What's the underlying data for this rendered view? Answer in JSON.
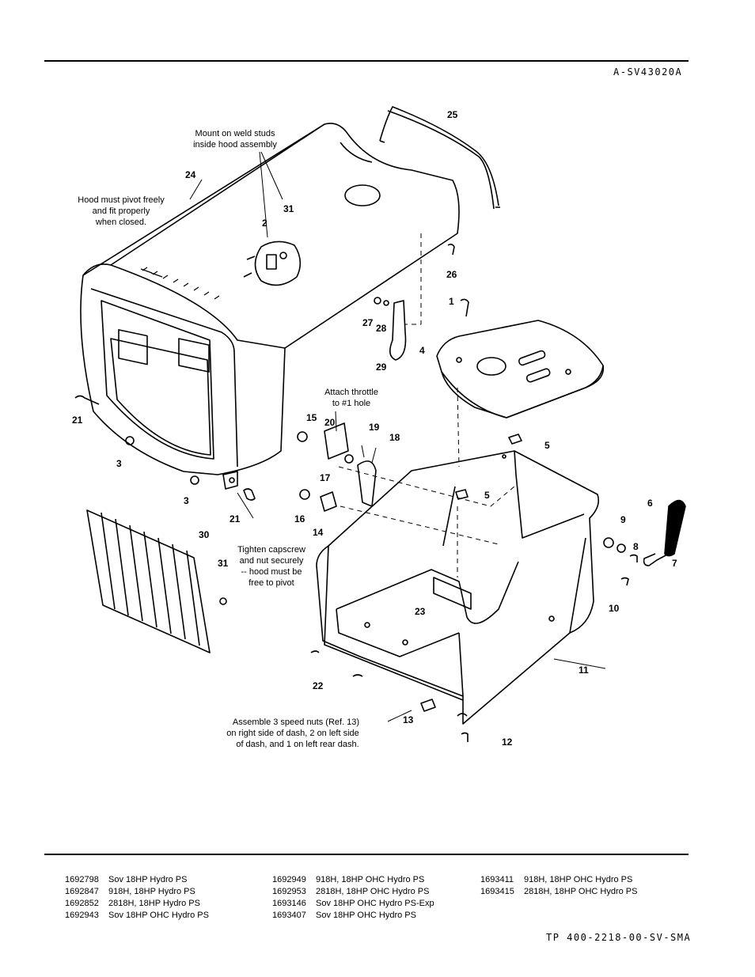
{
  "header": {
    "diagram_code": "A-SV43020A"
  },
  "footer": {
    "doc_code": "TP 400-2218-00-SV-SMA"
  },
  "callouts": [
    "1",
    "2",
    "3",
    "3",
    "4",
    "5",
    "5",
    "6",
    "7",
    "8",
    "9",
    "10",
    "11",
    "12",
    "13",
    "14",
    "15",
    "16",
    "17",
    "18",
    "19",
    "20",
    "21",
    "21",
    "22",
    "23",
    "24",
    "25",
    "26",
    "27",
    "28",
    "29",
    "30",
    "31",
    "31"
  ],
  "notes": {
    "weld_studs": [
      "Mount on weld studs",
      "inside hood assembly"
    ],
    "hood_pivot": [
      "Hood must pivot freely",
      "and fit properly",
      "when closed."
    ],
    "throttle": [
      "Attach throttle",
      "to #1 hole"
    ],
    "capscrew": [
      "Tighten capscrew",
      "and nut securely",
      "-- hood must be",
      "free to pivot"
    ],
    "speed_nuts": [
      "Assemble 3 speed nuts (Ref. 13)",
      "on right side of dash, 2 on left side",
      "of dash, and 1 on left rear dash."
    ]
  },
  "models": [
    [
      {
        "pn": "1692798",
        "desc": "Sov 18HP Hydro PS"
      },
      {
        "pn": "1692847",
        "desc": "918H, 18HP Hydro PS"
      },
      {
        "pn": "1692852",
        "desc": "2818H, 18HP Hydro PS"
      },
      {
        "pn": "1692943",
        "desc": "Sov 18HP OHC Hydro PS"
      }
    ],
    [
      {
        "pn": "1692949",
        "desc": "918H, 18HP OHC Hydro PS"
      },
      {
        "pn": "1692953",
        "desc": "2818H, 18HP OHC Hydro PS"
      },
      {
        "pn": "1693146",
        "desc": "Sov 18HP OHC Hydro PS-Exp"
      },
      {
        "pn": "1693407",
        "desc": "Sov 18HP OHC Hydro PS"
      }
    ],
    [
      {
        "pn": "1693411",
        "desc": "918H, 18HP OHC Hydro PS"
      },
      {
        "pn": "1693415",
        "desc": "2818H, 18HP OHC Hydro PS"
      }
    ]
  ]
}
